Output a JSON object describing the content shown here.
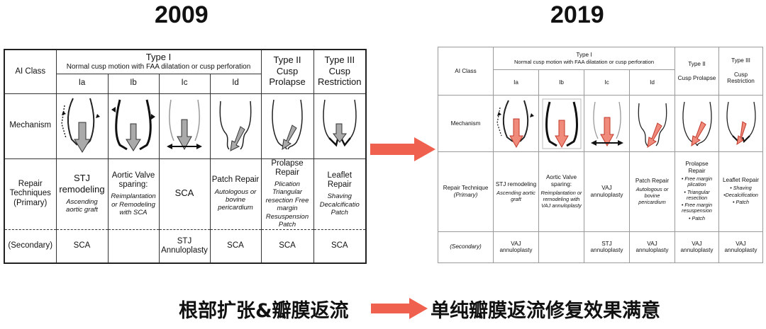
{
  "years": {
    "left": "2009",
    "right": "2019"
  },
  "captions": {
    "left": "根部扩张&瓣膜返流",
    "right": "单纯瓣膜返流修复效果满意"
  },
  "accent_color": "#f0604e",
  "table2009": {
    "ai_class": "AI Class",
    "type1_title": "Type I",
    "type1_sub": "Normal cusp motion with FAA dilatation or cusp perforation",
    "type2_title": "Type II",
    "type2_sub": "Cusp Prolapse",
    "type3_title": "Type III",
    "type3_sub": "Cusp Restriction",
    "subtypes": [
      "Ia",
      "Ib",
      "Ic",
      "Id"
    ],
    "mechanism": "Mechanism",
    "repair_label": "Repair Techniques (Primary)",
    "secondary_label": "(Secondary)",
    "primary": [
      {
        "title": "STJ remodeling",
        "detail": "Ascending aortic graft"
      },
      {
        "title": "Aortic Valve sparing:",
        "detail": "Reimplantation or Remodeling with SCA"
      },
      {
        "title": "SCA",
        "detail": ""
      },
      {
        "title": "Patch Repair",
        "detail": "Autologous or bovine pericardium"
      },
      {
        "title": "Prolapse Repair",
        "detail": "Plication Triangular resection Free margin Resuspension Patch"
      },
      {
        "title": "Leaflet Repair",
        "detail": "Shaving Decalcificatio Patch"
      }
    ],
    "secondary": [
      "SCA",
      "",
      "STJ Annuloplasty",
      "SCA",
      "SCA",
      "SCA"
    ]
  },
  "table2019": {
    "ai_class": "AI Class",
    "type1_title": "Type I",
    "type1_sub": "Normal cusp motion with FAA dilatation or cusp perforation",
    "type2_title": "Type II",
    "type2_sub": "Cusp Prolapse",
    "type3_title": "Type III",
    "type3_sub": "Cusp Restriction",
    "subtypes": [
      "Ia",
      "Ib",
      "Ic",
      "Id"
    ],
    "mechanism": "Mechanism",
    "repair_label": "Repair Technique",
    "repair_label_sub": "(Primary)",
    "secondary_label": "(Secondary)",
    "primary": [
      {
        "title": "STJ remodeling",
        "detail": "Ascending aortic graft"
      },
      {
        "title": "Aortic Valve sparing:",
        "detail": "Reimplantation or remodeling with VAJ annuloplasty"
      },
      {
        "title": "VAJ annuloplasty",
        "detail": ""
      },
      {
        "title": "Patch Repair",
        "detail": "Autologous or bovine pericardium"
      },
      {
        "title": "Prolapse Repair",
        "items": [
          "• Free margin plication",
          "• Triangular resection",
          "• Free margin resuspension",
          "• Patch"
        ]
      },
      {
        "title": "Leaflet Repair",
        "items": [
          "• Shaving",
          "•Decalcification",
          "• Patch"
        ]
      }
    ],
    "secondary": [
      "VAJ annuloplasty",
      "",
      "STJ annuloplasty",
      "VAJ annuloplasty",
      "VAJ annuloplasty",
      "VAJ annuloplasty"
    ]
  }
}
